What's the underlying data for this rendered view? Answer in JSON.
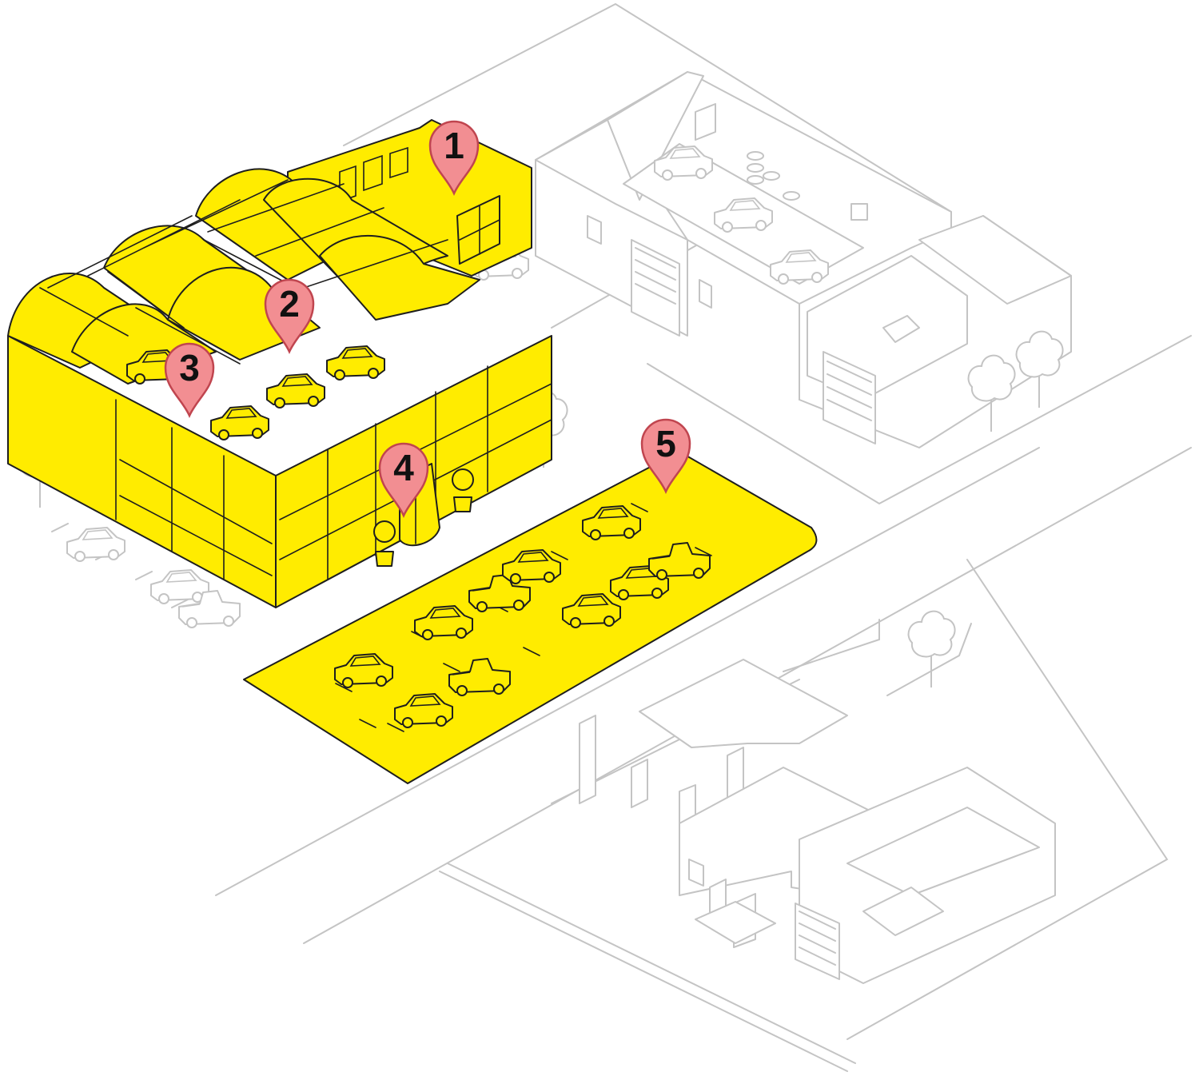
{
  "colors": {
    "highlight": "#ffec00",
    "ghost_stroke": "#c4c4c4",
    "outline": "#1e1e1e",
    "pin_fill": "#f28e92",
    "pin_stroke": "#c0454f"
  },
  "markers": [
    {
      "label": "1",
      "area": "office"
    },
    {
      "label": "2",
      "area": "showroom-roof"
    },
    {
      "label": "3",
      "area": "showroom-interior"
    },
    {
      "label": "4",
      "area": "entrance"
    },
    {
      "label": "5",
      "area": "parking-lot"
    }
  ],
  "icons": {
    "marker": "map-pin-icon",
    "car": "car-icon",
    "pickup": "pickup-truck-icon",
    "tree": "tree-icon",
    "plant": "potted-plant-icon",
    "garage_door": "garage-door-icon",
    "fuel_pump": "fuel-pump-icon",
    "canopy": "fuel-station-canopy-icon"
  }
}
